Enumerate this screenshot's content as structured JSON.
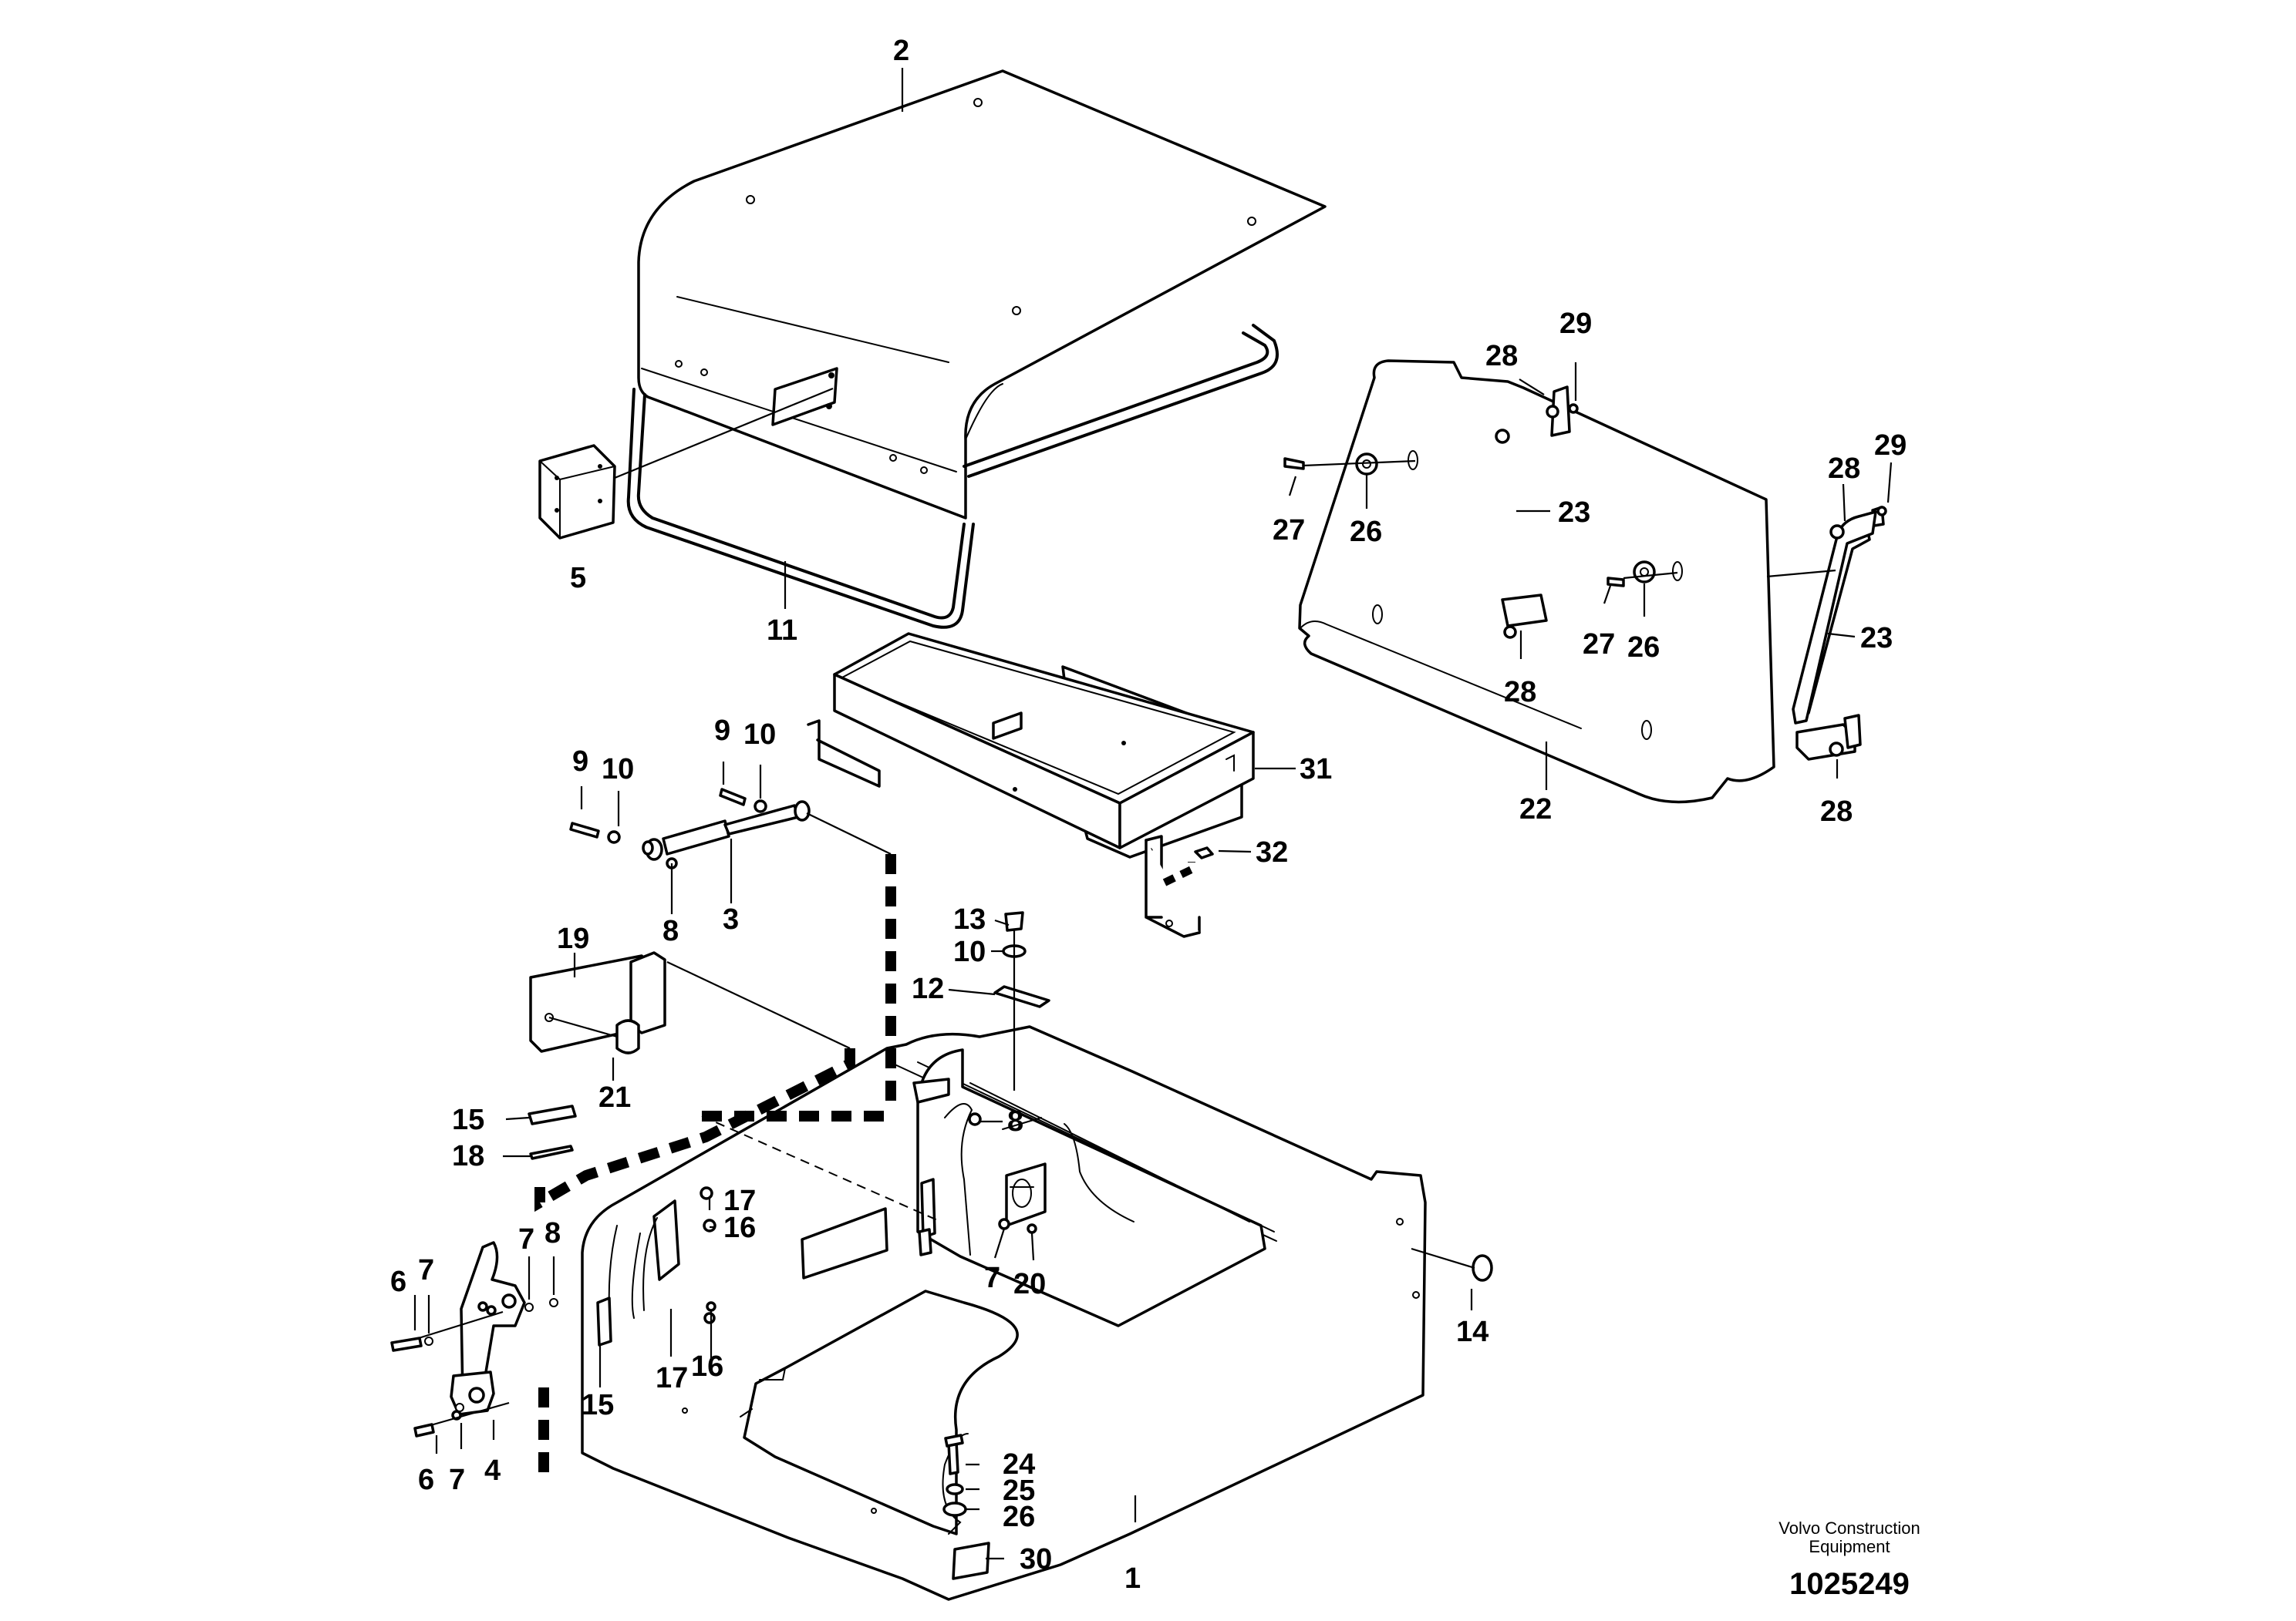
{
  "diagram": {
    "callouts": [
      "1",
      "2",
      "3",
      "4",
      "5",
      "6",
      "7",
      "8",
      "9",
      "10",
      "11",
      "12",
      "13",
      "14",
      "15",
      "16",
      "17",
      "18",
      "19",
      "20",
      "21",
      "22",
      "23",
      "24",
      "25",
      "26",
      "27",
      "28",
      "29",
      "30",
      "31",
      "32"
    ],
    "repeats": {
      "6b": "6",
      "7b": "7",
      "7c": "7",
      "7d": "7",
      "8b": "8",
      "8c": "8",
      "9b": "9",
      "10b": "10",
      "10c": "10",
      "15b": "15",
      "16b": "16",
      "17b": "17",
      "23b": "23",
      "26b": "26",
      "26c": "26",
      "27b": "27",
      "28b": "28",
      "28c": "28",
      "28d": "28",
      "29b": "29"
    },
    "footer": {
      "brand_line1": "Volvo Construction",
      "brand_line2": "Equipment",
      "document_number": "1025249"
    }
  }
}
